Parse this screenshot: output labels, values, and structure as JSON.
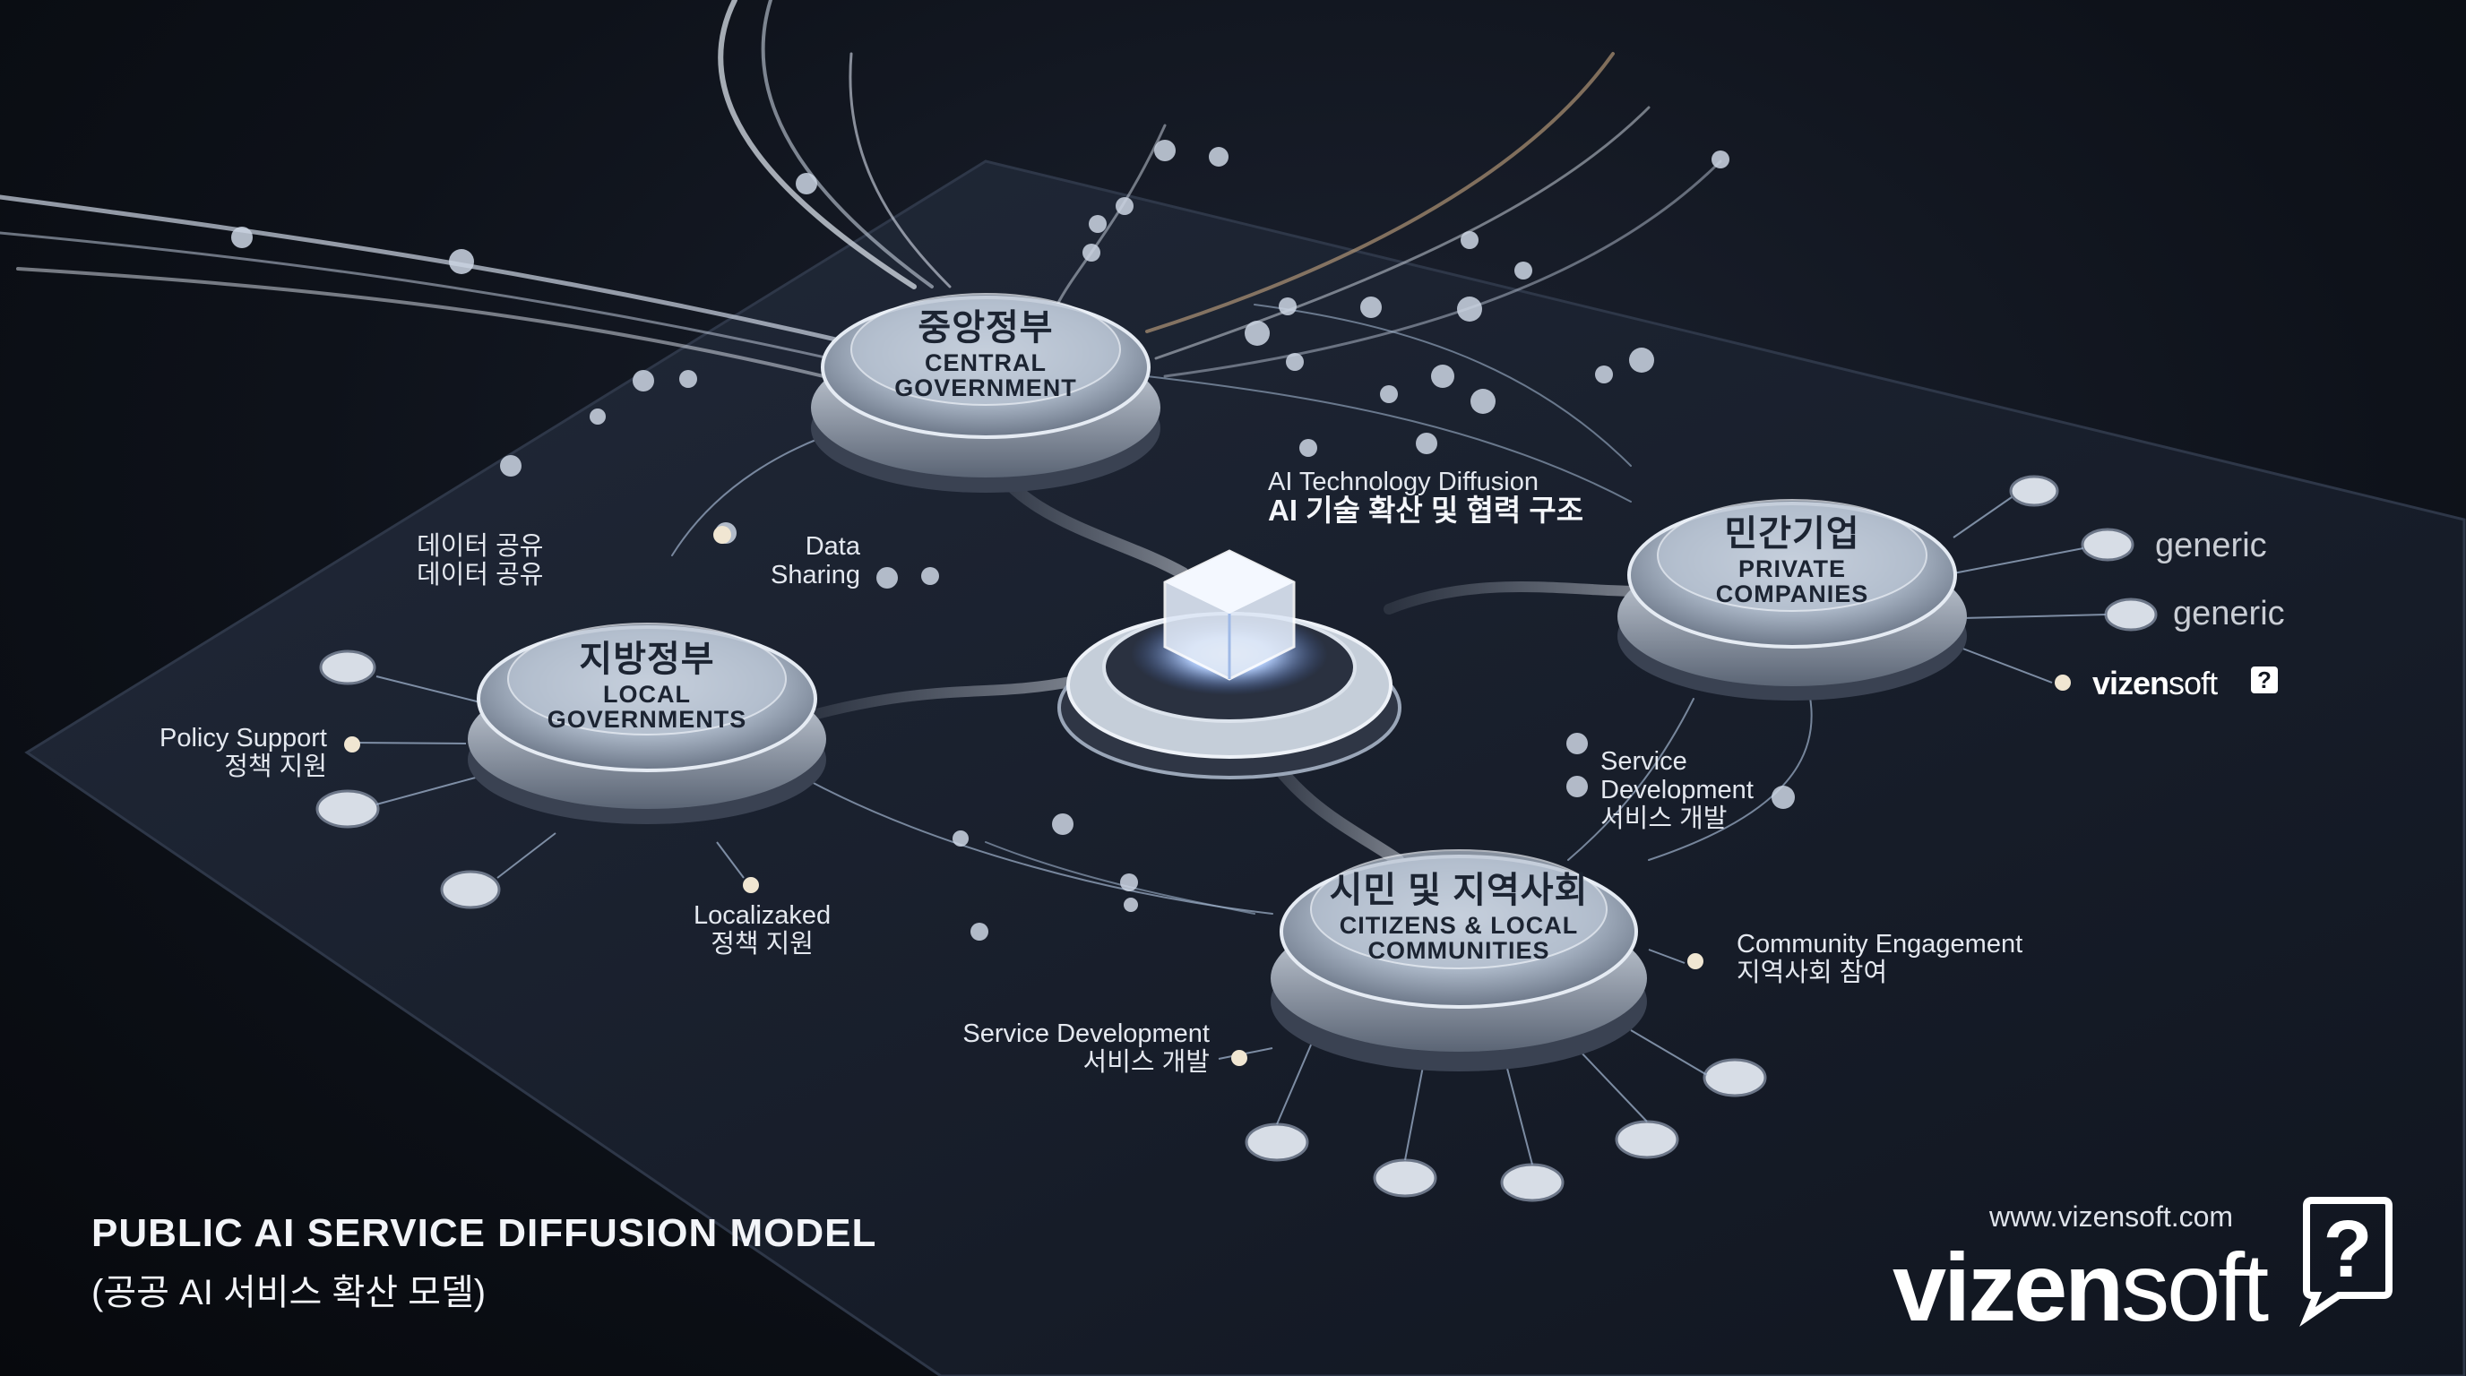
{
  "nodes": {
    "central": {
      "ko": "중앙정부",
      "en1": "CENTRAL",
      "en2": "GOVERNMENT"
    },
    "local": {
      "ko": "지방정부",
      "en1": "LOCAL",
      "en2": "GOVERNMENTS"
    },
    "private": {
      "ko": "민간기업",
      "en1": "PRIVATE",
      "en2": "COMPANIES"
    },
    "citizens": {
      "ko": "시민 및 지역사회",
      "en1": "CITIZENS & LOCAL",
      "en2": "COMMUNITIES"
    }
  },
  "labels": {
    "ai_diffusion_en": "AI Technology Diffusion",
    "ai_diffusion_ko": "AI 기술 확산 및 협력 구조",
    "data_sharing_1": "Data",
    "data_sharing_2": "Sharing",
    "data_share_ko_1": "데이터 공유",
    "data_share_ko_2": "데이터 공유",
    "policy_support_en": "Policy Support",
    "policy_support_ko": "정책 지원",
    "localized_en": "Localizaked",
    "localized_ko": "정책 지원",
    "service_dev_right_1": "Service",
    "service_dev_right_2": "Development",
    "service_dev_right_ko": "서비스 개발",
    "service_dev_left_en": "Service Development",
    "service_dev_left_ko": "서비스 개발",
    "community_en": "Community Engagement",
    "community_ko": "지역사회 참여"
  },
  "partners": {
    "p1": "generic",
    "p2": "generic",
    "brand_bold": "vizen",
    "brand_lite": "soft"
  },
  "footer": {
    "title": "PUBLIC AI SERVICE DIFFUSION MODEL",
    "subtitle": "(공공 AI 서비스 확산 모델)",
    "url": "www.vizensoft.com",
    "logo_bold": "vizen",
    "logo_lite": "soft",
    "logo_icon": "question-bubble-icon"
  },
  "colors": {
    "accent": "#8fb8ff",
    "platform": "#161c28",
    "node_glass": "#c9d3df",
    "text_light": "#e4e8ef"
  }
}
